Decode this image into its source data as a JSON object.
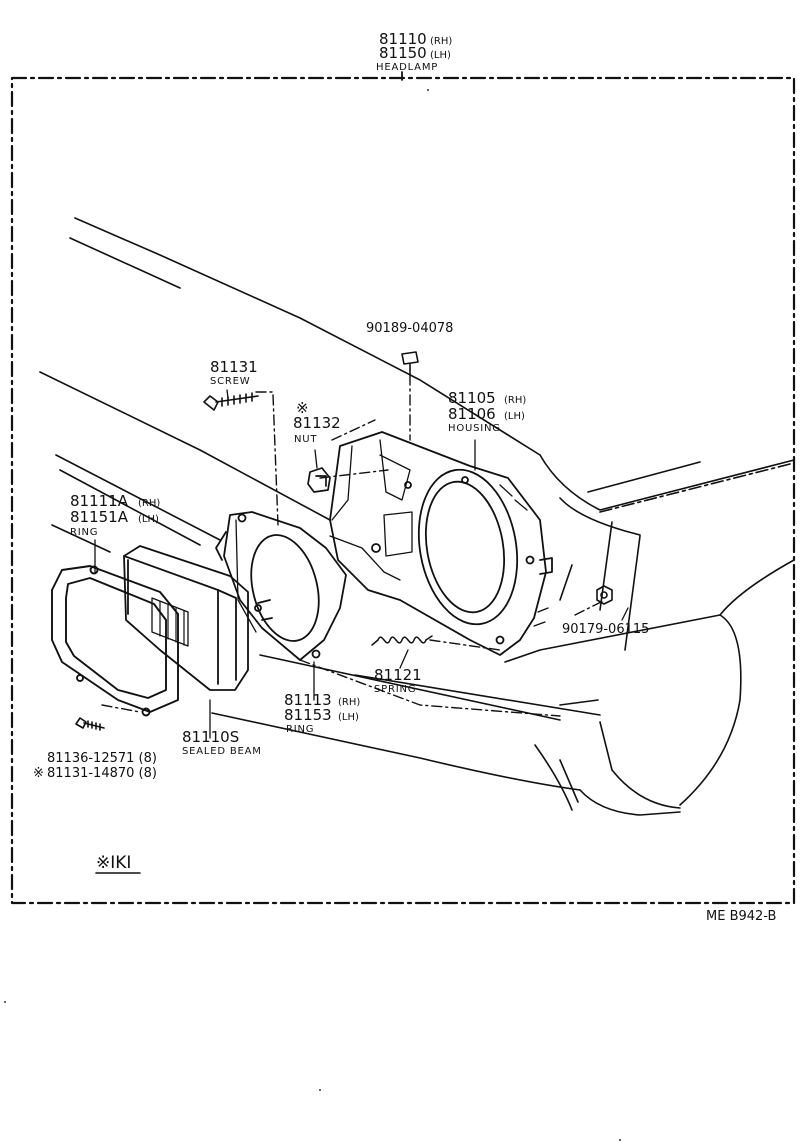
{
  "headlamp_assembly": {
    "part_rh": "81110",
    "part_rh_side": "(RH)",
    "part_lh": "81150",
    "part_lh_side": "(LH)",
    "name": "HEADLAMP"
  },
  "bolt_90189": {
    "part": "90189-04078"
  },
  "screw_81131": {
    "part": "81131",
    "name": "SCREW"
  },
  "nut_81132": {
    "mark": "※",
    "part": "81132",
    "name": "NUT"
  },
  "housing": {
    "part_rh": "81105",
    "part_rh_side": "(RH)",
    "part_lh": "81106",
    "part_lh_side": "(LH)",
    "name": "HOUSING"
  },
  "outer_ring": {
    "part_rh": "81111A",
    "part_rh_side": "(RH)",
    "part_lh": "81151A",
    "part_lh_side": "(LH)",
    "name": "RING"
  },
  "nut_90179": {
    "part": "90179-06115"
  },
  "spring": {
    "part": "81121",
    "name": "SPRING"
  },
  "inner_ring": {
    "part_rh": "81113",
    "part_rh_side": "(RH)",
    "part_lh": "81153",
    "part_lh_side": "(LH)",
    "name": "RING"
  },
  "sealed_beam": {
    "part": "81110S",
    "name": "SEALED BEAM"
  },
  "screws_small": {
    "line1": "81136-12571 (8)",
    "line2_mark": "※",
    "line2": "81131-14870 (8)"
  },
  "footnote": {
    "text": "※IKI"
  },
  "diagram_code": {
    "text": "ME  B942-B"
  }
}
